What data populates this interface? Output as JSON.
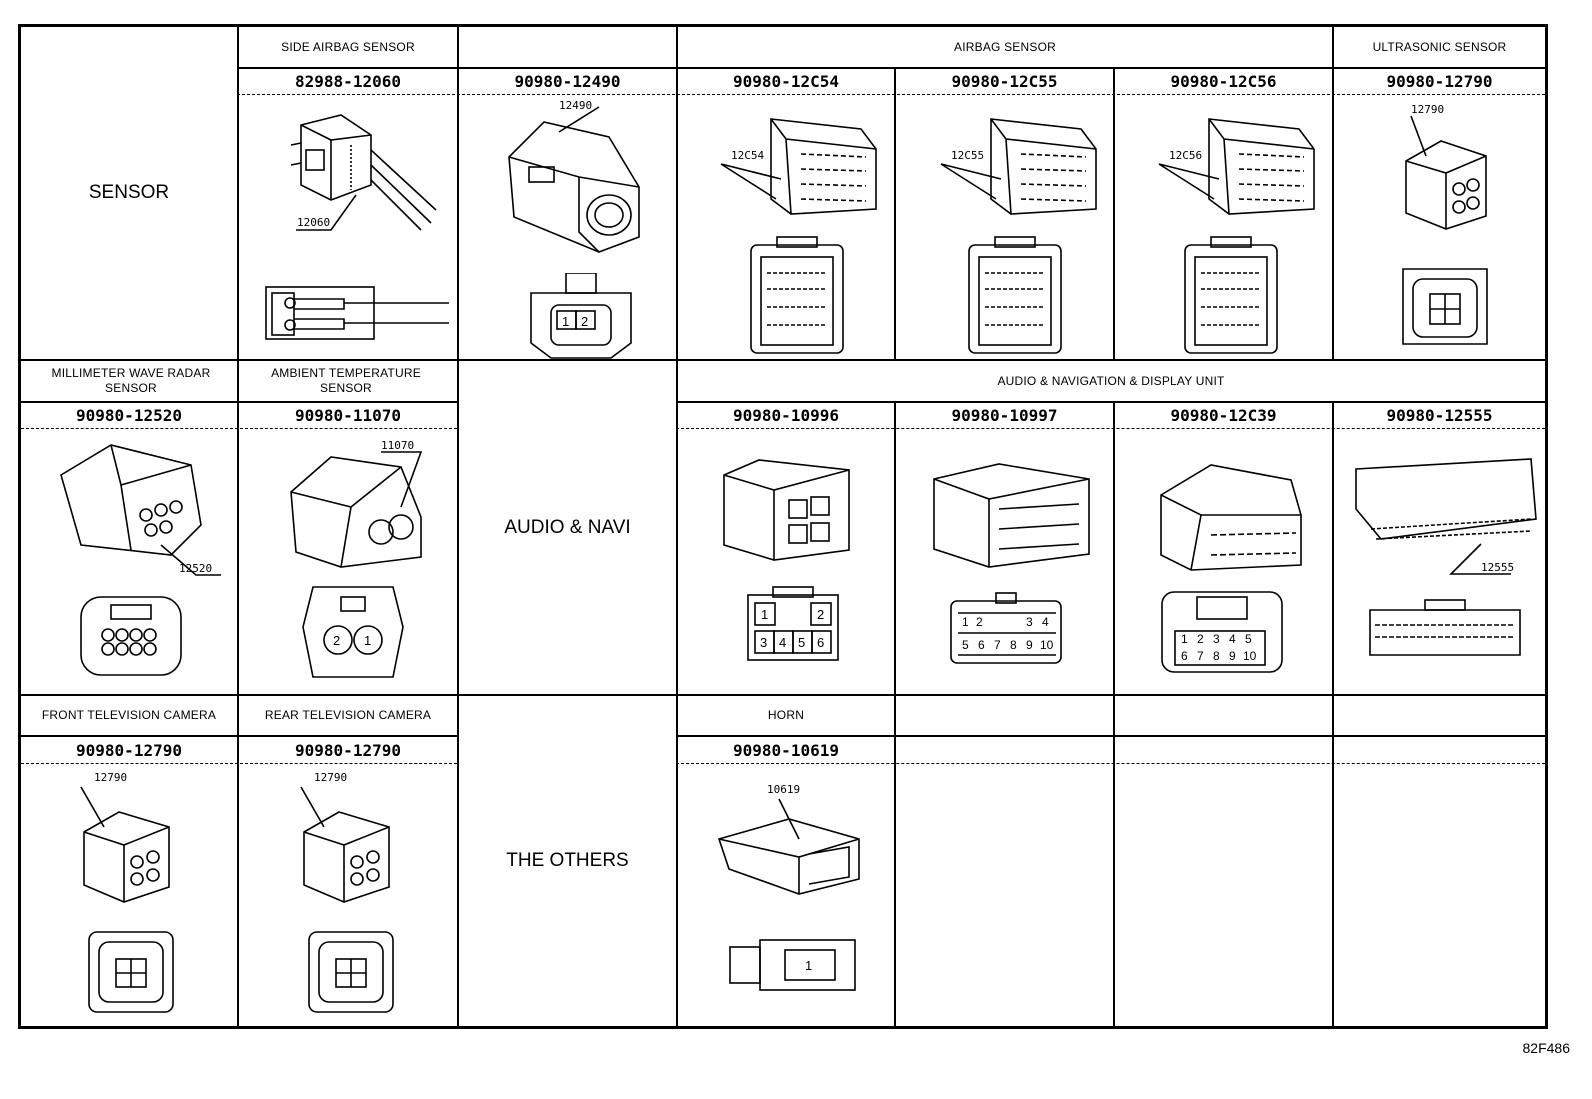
{
  "rows": [
    {
      "group": "SENSOR",
      "sections": [
        {
          "title": "SIDE AIRBAG SENSOR",
          "parts": [
            "82988-12060",
            "90980-12490"
          ],
          "callouts": [
            "12060",
            "12490"
          ]
        },
        {
          "title": "AIRBAG SENSOR",
          "parts": [
            "90980-12C54",
            "90980-12C55",
            "90980-12C56"
          ],
          "callouts": [
            "12C54",
            "12C55",
            "12C56"
          ]
        },
        {
          "title": "ULTRASONIC SENSOR",
          "parts": [
            "90980-12790"
          ],
          "callouts": [
            "12790"
          ]
        }
      ]
    },
    {
      "group": "AUDIO & NAVI",
      "sections": [
        {
          "title": "MILLIMETER WAVE RADAR SENSOR",
          "parts": [
            "90980-12520"
          ],
          "callouts": [
            "12520"
          ]
        },
        {
          "title": "AMBIENT TEMPERATURE SENSOR",
          "parts": [
            "90980-11070"
          ],
          "callouts": [
            "11070"
          ]
        },
        {
          "title": "AUDIO & NAVIGATION & DISPLAY UNIT",
          "parts": [
            "90980-10996",
            "90980-10997",
            "90980-12C39",
            "90980-12555"
          ],
          "callouts": [
            "12555"
          ]
        }
      ]
    },
    {
      "group": "THE OTHERS",
      "sections": [
        {
          "title": "FRONT TELEVISION CAMERA",
          "parts": [
            "90980-12790"
          ],
          "callouts": [
            "12790"
          ]
        },
        {
          "title": "REAR TELEVISION CAMERA",
          "parts": [
            "90980-12790"
          ],
          "callouts": [
            "12790"
          ]
        },
        {
          "title": "HORN",
          "parts": [
            "90980-10619"
          ],
          "callouts": [
            "10619"
          ]
        }
      ]
    }
  ],
  "pin_labels": {
    "p12490": [
      "1",
      "2"
    ],
    "p11070": [
      "2",
      "1"
    ],
    "p10996": [
      "1",
      "2",
      "3",
      "4",
      "5",
      "6"
    ],
    "p10997": [
      "1",
      "2",
      "3",
      "4",
      "5",
      "6",
      "7",
      "8",
      "9",
      "10"
    ],
    "p12C39": [
      "1",
      "2",
      "3",
      "4",
      "5",
      "6",
      "7",
      "8",
      "9",
      "10"
    ],
    "p10619": [
      "1"
    ]
  },
  "drawing_code": "82F486"
}
